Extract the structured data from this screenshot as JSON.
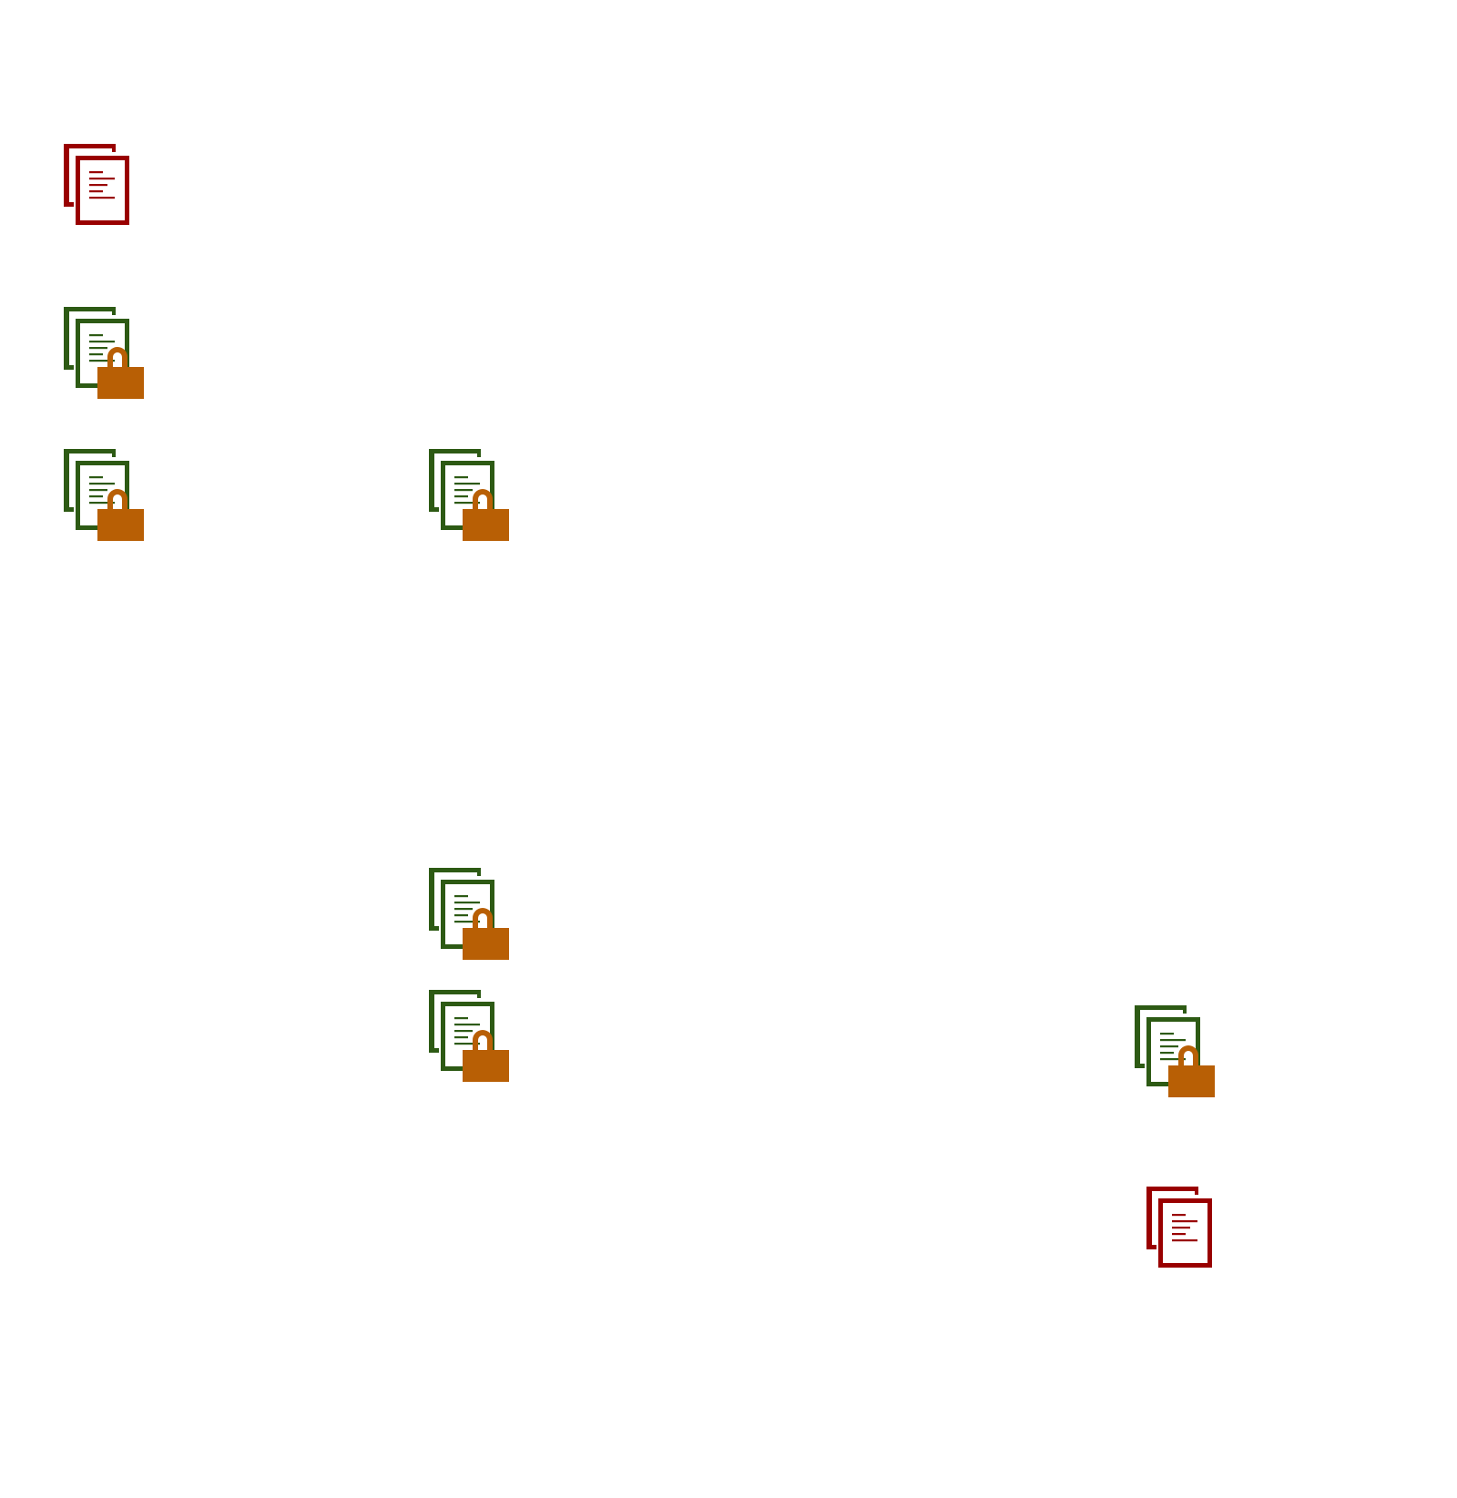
{
  "colors": {
    "unlocked_document": "#990000",
    "locked_document": "#2d5a14",
    "lock": "#b85f05",
    "background": "#ffffff"
  },
  "nodes": [
    {
      "id": "n0",
      "icon": "documents-icon",
      "locked": false
    },
    {
      "id": "n1",
      "icon": "locked-documents-icon",
      "locked": true
    },
    {
      "id": "n2",
      "icon": "locked-documents-icon",
      "locked": true
    },
    {
      "id": "n3",
      "icon": "locked-documents-icon",
      "locked": true
    },
    {
      "id": "n4",
      "icon": "locked-documents-icon",
      "locked": true
    },
    {
      "id": "n5",
      "icon": "locked-documents-icon",
      "locked": true
    },
    {
      "id": "n6",
      "icon": "locked-documents-icon",
      "locked": true
    },
    {
      "id": "n7",
      "icon": "documents-icon",
      "locked": false
    }
  ]
}
